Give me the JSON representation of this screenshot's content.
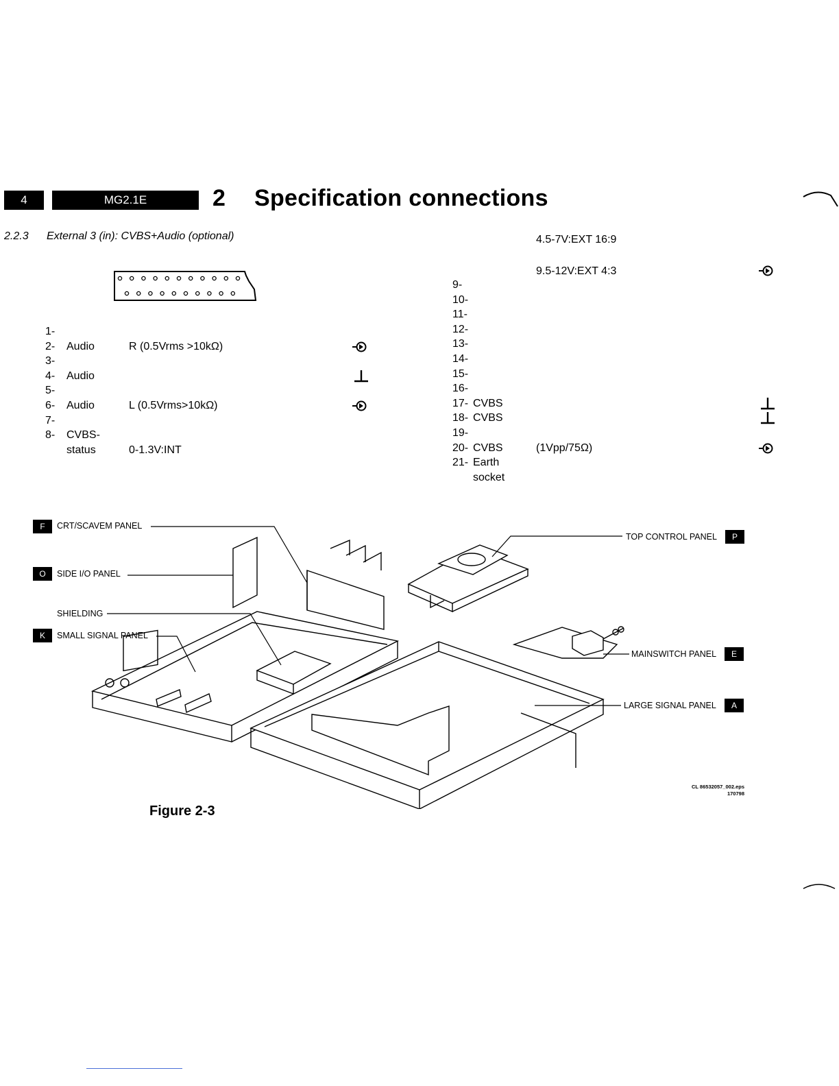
{
  "header": {
    "page_number": "4",
    "model": "MG2.1E",
    "chapter_number": "2",
    "chapter_title": "Specification connections"
  },
  "section": {
    "number": "2.2.3",
    "title": "External 3 (in): CVBS+Audio (optional)"
  },
  "left_pins": [
    {
      "num": "1-",
      "name": "",
      "value": "",
      "symbol": ""
    },
    {
      "num": "2-",
      "name": "Audio",
      "value": "R (0.5Vrms >10kΩ)",
      "symbol": "input"
    },
    {
      "num": "3-",
      "name": "",
      "value": "",
      "symbol": ""
    },
    {
      "num": "4-",
      "name": "Audio",
      "value": "",
      "symbol": "ground"
    },
    {
      "num": "5-",
      "name": "",
      "value": "",
      "symbol": ""
    },
    {
      "num": "6-",
      "name": "Audio",
      "value": "L (0.5Vrms>10kΩ)",
      "symbol": "input"
    },
    {
      "num": "7-",
      "name": "",
      "value": "",
      "symbol": ""
    },
    {
      "num": "8-",
      "name": "CVBS-",
      "value": "",
      "symbol": ""
    },
    {
      "num": "",
      "name": "status",
      "value": "0-1.3V:INT",
      "symbol": ""
    }
  ],
  "right_top": {
    "line1": "4.5-7V:EXT 16:9",
    "line2": "9.5-12V:EXT 4:3"
  },
  "right_pins": [
    {
      "num": "9-",
      "name": "",
      "value": "",
      "symbol": ""
    },
    {
      "num": "10-",
      "name": "",
      "value": "",
      "symbol": ""
    },
    {
      "num": "11-",
      "name": "",
      "value": "",
      "symbol": ""
    },
    {
      "num": "12-",
      "name": "",
      "value": "",
      "symbol": ""
    },
    {
      "num": "13-",
      "name": "",
      "value": "",
      "symbol": ""
    },
    {
      "num": "14-",
      "name": "",
      "value": "",
      "symbol": ""
    },
    {
      "num": "15-",
      "name": "",
      "value": "",
      "symbol": ""
    },
    {
      "num": "16-",
      "name": "",
      "value": "",
      "symbol": ""
    },
    {
      "num": "17-",
      "name": "CVBS",
      "value": "",
      "symbol": "ground"
    },
    {
      "num": "18-",
      "name": "CVBS",
      "value": "",
      "symbol": "ground"
    },
    {
      "num": "19-",
      "name": "",
      "value": "",
      "symbol": ""
    },
    {
      "num": "20-",
      "name": "CVBS",
      "value": "(1Vpp/75Ω)",
      "symbol": "input"
    },
    {
      "num": "21-",
      "name": "Earth",
      "value": "",
      "symbol": ""
    },
    {
      "num": "",
      "name": "socket",
      "value": "",
      "symbol": ""
    }
  ],
  "panels": {
    "crt": {
      "badge": "F",
      "label": "CRT/SCAVEM PANEL"
    },
    "side_io": {
      "badge": "O",
      "label": "SIDE I/O PANEL"
    },
    "shielding": {
      "label": "SHIELDING"
    },
    "small_signal": {
      "badge": "K",
      "label": "SMALL SIGNAL PANEL"
    },
    "top_control": {
      "badge": "P",
      "label": "TOP CONTROL PANEL"
    },
    "mainswitch": {
      "badge": "E",
      "label": "MAINSWITCH PANEL"
    },
    "large_signal": {
      "badge": "A",
      "label": "LARGE SIGNAL PANEL"
    }
  },
  "figure": {
    "caption": "Figure 2-3",
    "ref_line1": "CL 86532057_002.eps",
    "ref_line2": "170798"
  }
}
